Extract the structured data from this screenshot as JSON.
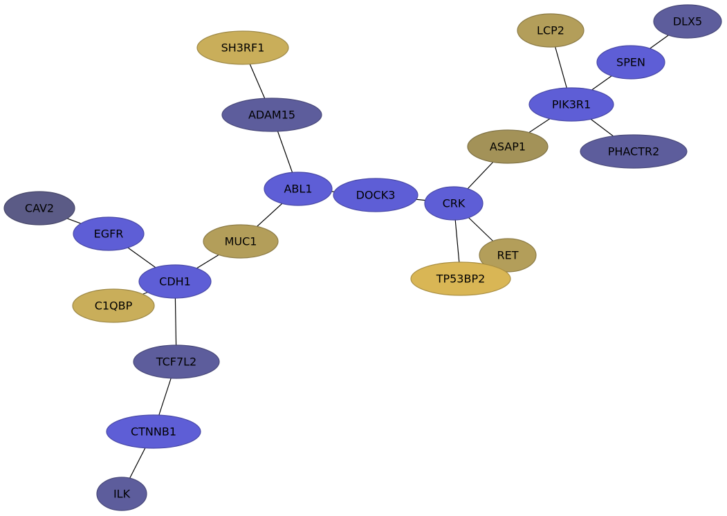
{
  "colors": {
    "blue": "#5e5ed6",
    "slate": "#5d5d9c",
    "gray_slate": "#5b5b86",
    "gold": "#c9ae5a",
    "khaki": "#b39e5a",
    "olive": "#a39258",
    "bright_gold": "#d9b655",
    "edge": "#000000"
  },
  "nodes": [
    {
      "id": "SH3RF1",
      "label": "SH3RF1",
      "color": "gold"
    },
    {
      "id": "ADAM15",
      "label": "ADAM15",
      "color": "slate"
    },
    {
      "id": "ABL1",
      "label": "ABL1",
      "color": "blue"
    },
    {
      "id": "DOCK3",
      "label": "DOCK3",
      "color": "blue"
    },
    {
      "id": "CRK",
      "label": "CRK",
      "color": "blue"
    },
    {
      "id": "ASAP1",
      "label": "ASAP1",
      "color": "olive"
    },
    {
      "id": "PIK3R1",
      "label": "PIK3R1",
      "color": "blue"
    },
    {
      "id": "LCP2",
      "label": "LCP2",
      "color": "khaki"
    },
    {
      "id": "SPEN",
      "label": "SPEN",
      "color": "blue"
    },
    {
      "id": "DLX5",
      "label": "DLX5",
      "color": "slate"
    },
    {
      "id": "PHACTR2",
      "label": "PHACTR2",
      "color": "slate"
    },
    {
      "id": "RET",
      "label": "RET",
      "color": "khaki"
    },
    {
      "id": "TP53BP2",
      "label": "TP53BP2",
      "color": "bright_gold"
    },
    {
      "id": "MUC1",
      "label": "MUC1",
      "color": "khaki"
    },
    {
      "id": "CDH1",
      "label": "CDH1",
      "color": "blue"
    },
    {
      "id": "EGFR",
      "label": "EGFR",
      "color": "blue"
    },
    {
      "id": "CAV2",
      "label": "CAV2",
      "color": "gray_slate"
    },
    {
      "id": "C1QBP",
      "label": "C1QBP",
      "color": "gold"
    },
    {
      "id": "TCF7L2",
      "label": "TCF7L2",
      "color": "slate"
    },
    {
      "id": "CTNNB1",
      "label": "CTNNB1",
      "color": "blue"
    },
    {
      "id": "ILK",
      "label": "ILK",
      "color": "slate"
    }
  ],
  "edges": [
    [
      "SH3RF1",
      "ADAM15"
    ],
    [
      "ADAM15",
      "ABL1"
    ],
    [
      "ABL1",
      "DOCK3"
    ],
    [
      "ABL1",
      "MUC1"
    ],
    [
      "DOCK3",
      "CRK"
    ],
    [
      "CRK",
      "ASAP1"
    ],
    [
      "CRK",
      "RET"
    ],
    [
      "CRK",
      "TP53BP2"
    ],
    [
      "ASAP1",
      "PIK3R1"
    ],
    [
      "PIK3R1",
      "LCP2"
    ],
    [
      "PIK3R1",
      "SPEN"
    ],
    [
      "PIK3R1",
      "PHACTR2"
    ],
    [
      "SPEN",
      "DLX5"
    ],
    [
      "MUC1",
      "CDH1"
    ],
    [
      "CDH1",
      "EGFR"
    ],
    [
      "EGFR",
      "CAV2"
    ],
    [
      "CDH1",
      "C1QBP"
    ],
    [
      "CDH1",
      "TCF7L2"
    ],
    [
      "TCF7L2",
      "CTNNB1"
    ],
    [
      "CTNNB1",
      "ILK"
    ]
  ]
}
